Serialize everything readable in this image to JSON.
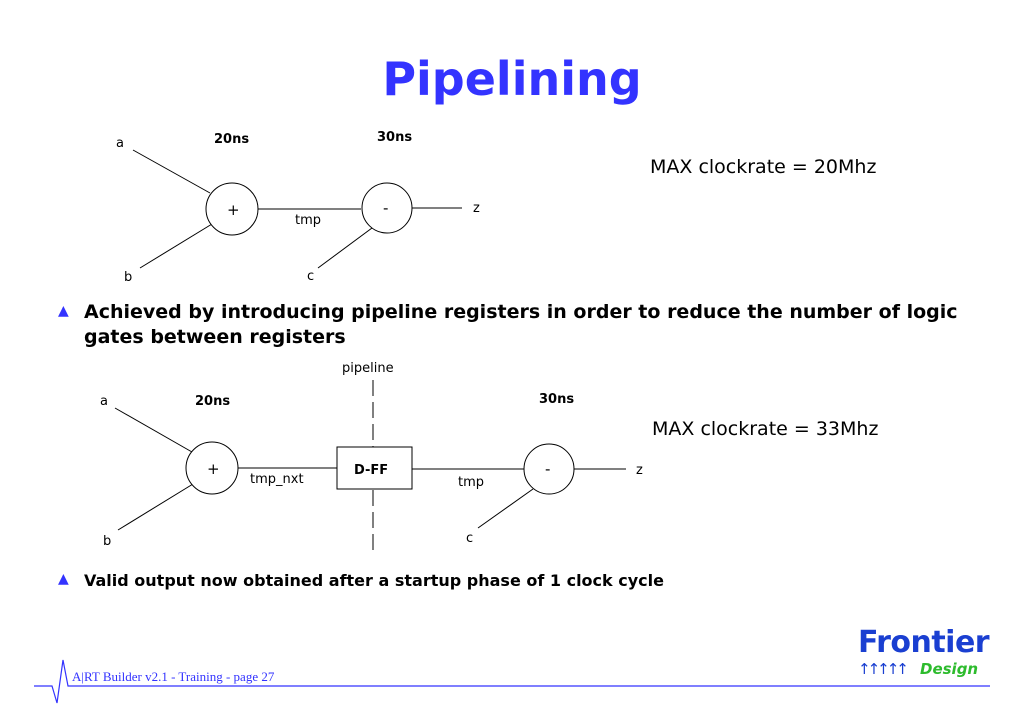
{
  "slide": {
    "title": "Pipelining",
    "footer": "A|RT Builder v2.1 -  Training  - page 27"
  },
  "diagram1": {
    "input_a": "a",
    "input_b": "b",
    "input_c": "c",
    "output_z": "z",
    "adder_symbol": "+",
    "subtractor_symbol": "-",
    "wire_label": "tmp",
    "delay_adder": "20ns",
    "delay_subtractor": "30ns",
    "max_clockrate": "MAX clockrate = 20Mhz"
  },
  "diagram2": {
    "input_a": "a",
    "input_b": "b",
    "input_c": "c",
    "output_z": "z",
    "adder_symbol": "+",
    "subtractor_symbol": "-",
    "wire_label_in": "tmp_nxt",
    "wire_label_out": "tmp",
    "register_label": "D-FF",
    "pipeline_label": "pipeline",
    "delay_adder": "20ns",
    "delay_subtractor": "30ns",
    "max_clockrate": "MAX clockrate = 33Mhz"
  },
  "bullets": [
    {
      "icon": "triangle-bullet-icon",
      "text": "Achieved by introducing pipeline registers in order to reduce the number of logic gates between registers"
    },
    {
      "icon": "triangle-bullet-icon",
      "text": "Valid output now obtained after a startup phase of 1 clock cycle"
    }
  ],
  "logo": {
    "name": "Frontier",
    "arrows": "↑↑↑↑↑",
    "tagline": "Design"
  },
  "colors": {
    "title": "#3333ff",
    "bullet": "#3333ff",
    "footer_text": "#3333ff",
    "footer_line": "#3333ff",
    "logo_primary": "#1a3fd1",
    "logo_secondary": "#2dbb2d"
  }
}
